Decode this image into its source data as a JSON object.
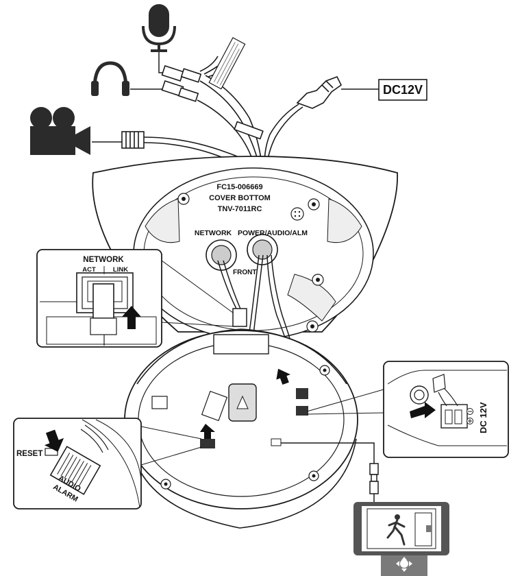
{
  "labels": {
    "dc12v_box": "DC12V",
    "cover_line1": "FC15-006669",
    "cover_line2": "COVER BOTTOM",
    "cover_line3": "TNV-7011RC",
    "network_port": "NETWORK",
    "power_port": "POWER/AUDIO/ALM",
    "front": "FRONT",
    "inset_network_title": "NETWORK",
    "inset_act": "ACT",
    "inset_link": "LINK",
    "reset": "RESET",
    "audio": "AUDIO",
    "alarm": "ALARM",
    "dc_12v_vertical": "DC 12V"
  },
  "icons": {
    "microphone": "microphone-icon",
    "headphones": "headphones-icon",
    "video_camera": "video-camera-icon",
    "monitor": "monitor-icon",
    "navigation": "navigation-pad-icon"
  },
  "colors": {
    "line": "#1a1a1a",
    "icon_fill": "#2b2b2b",
    "arrow": "#111111",
    "inset_bg": "#ffffff",
    "monitor_bezel": "#555555",
    "nav_bar": "#7a7a7a"
  }
}
